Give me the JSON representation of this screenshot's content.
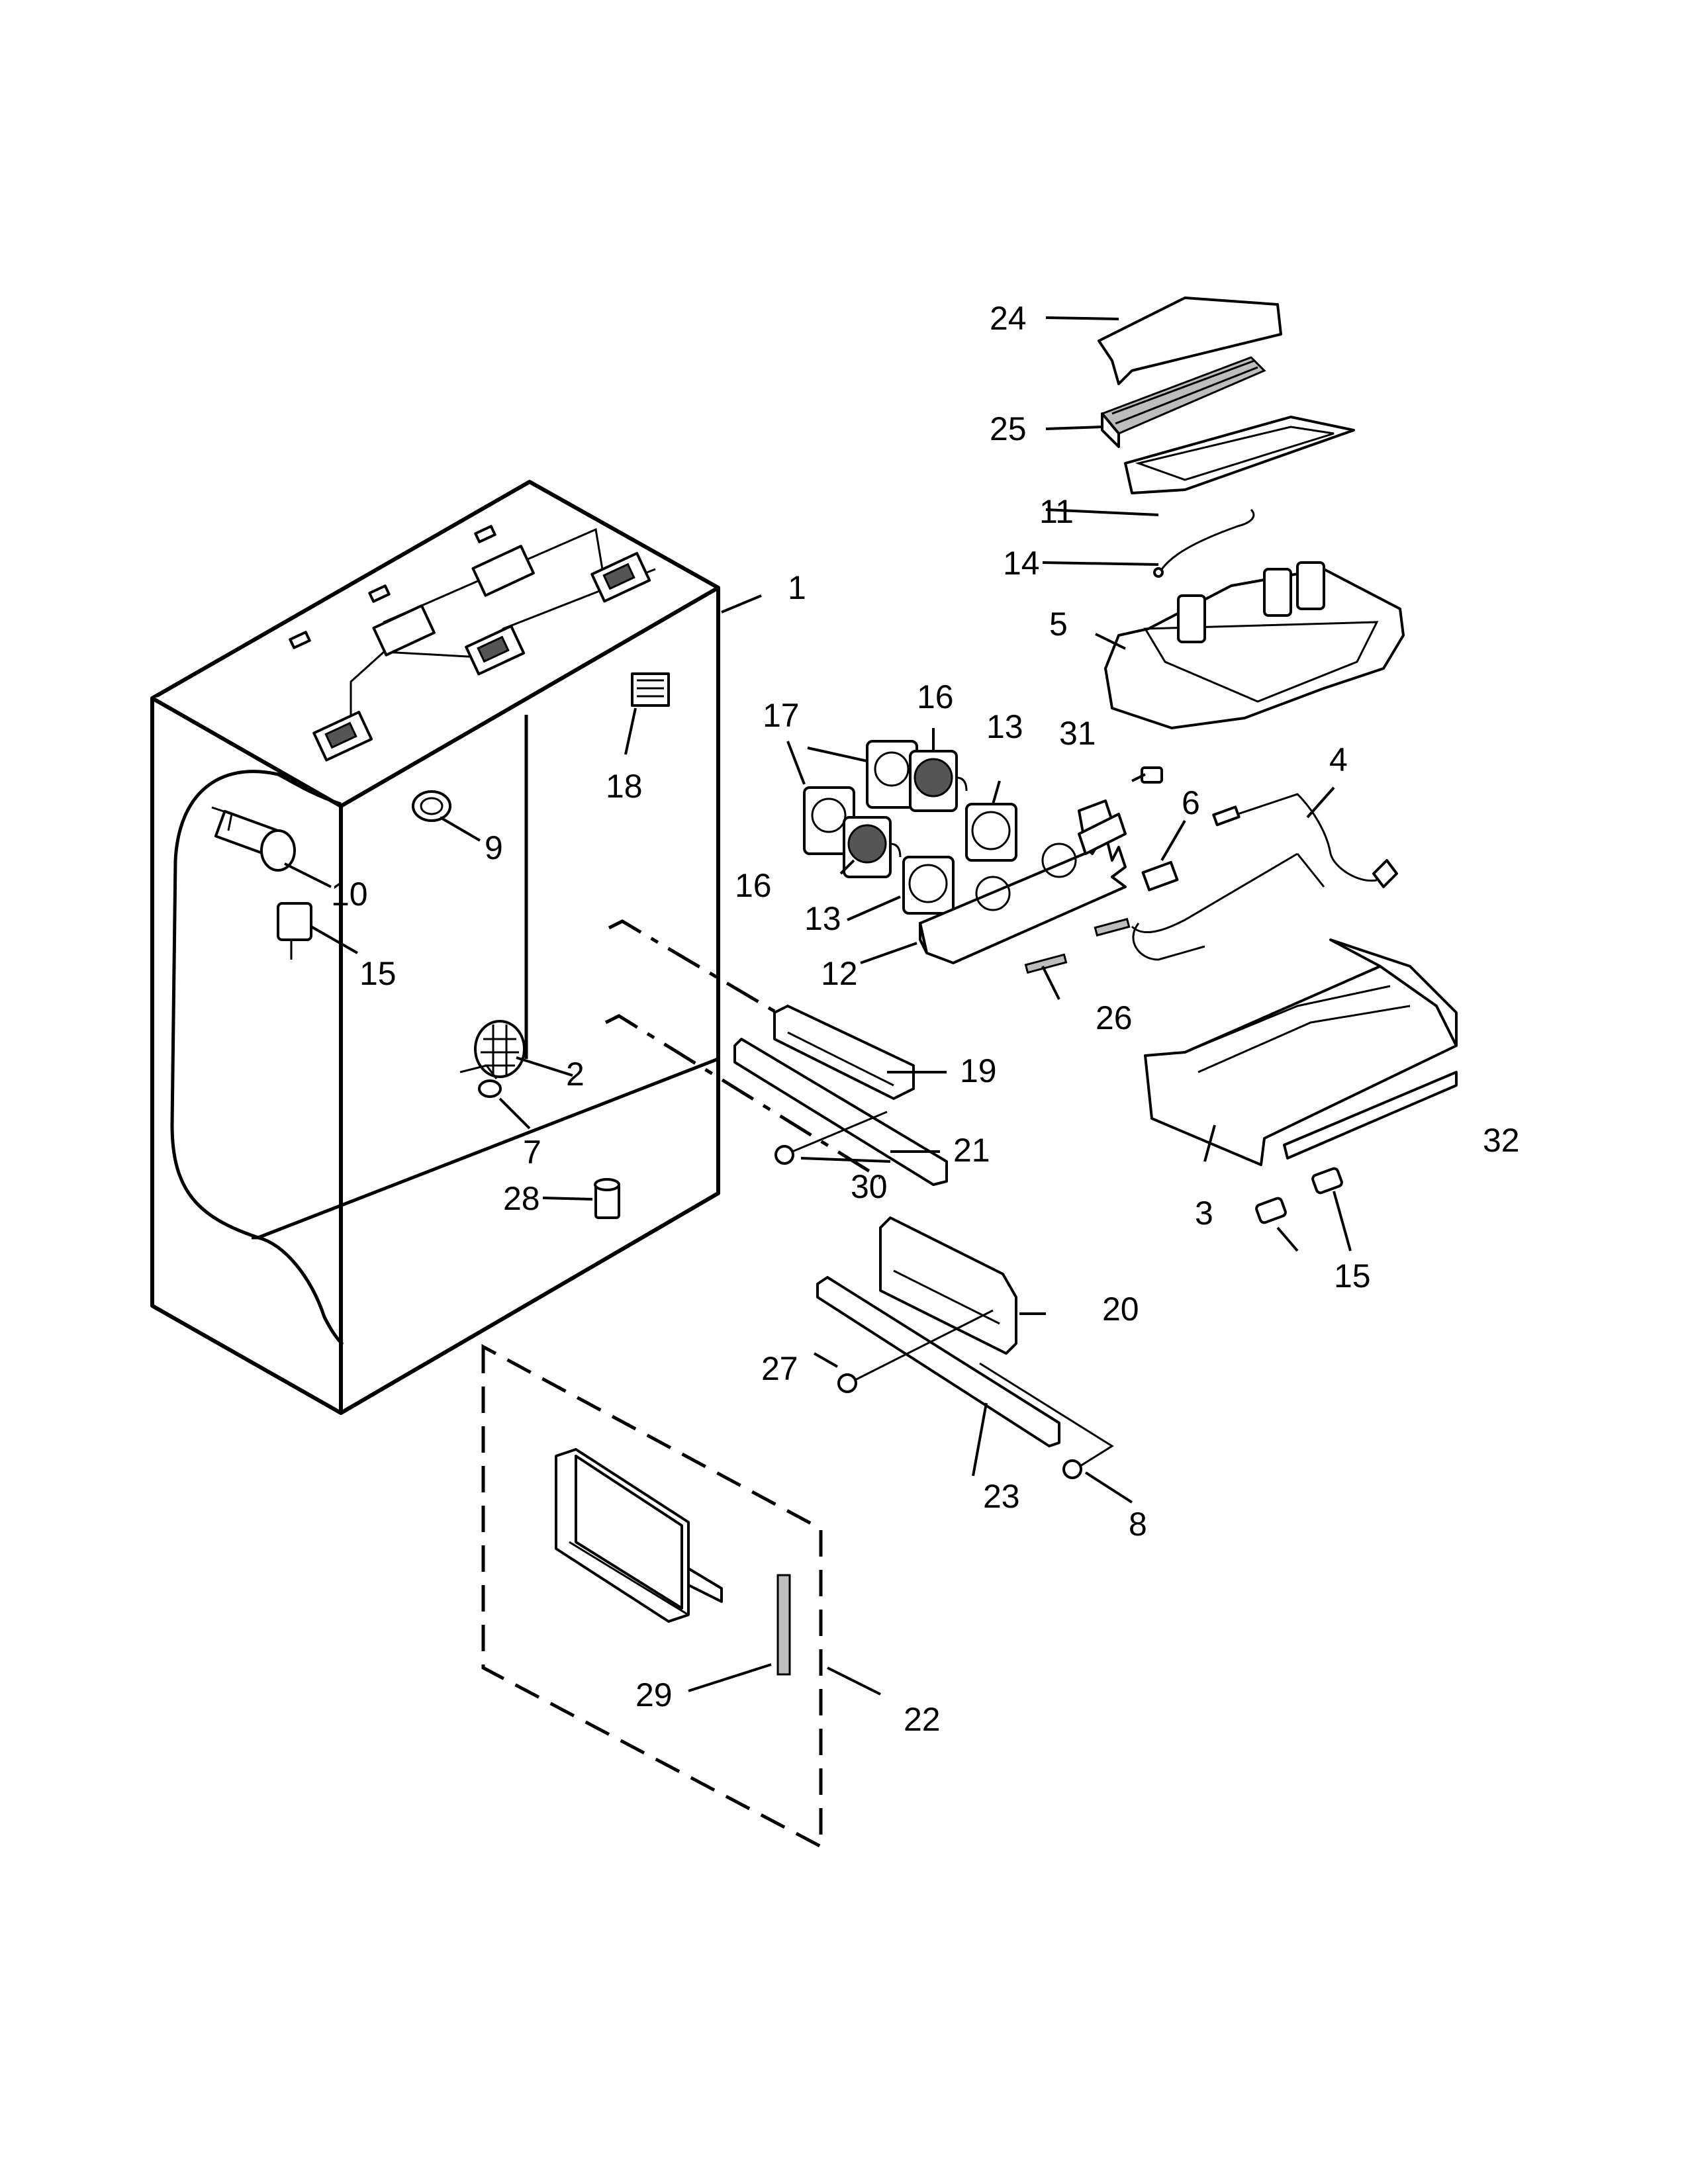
{
  "diagram": {
    "callouts": [
      {
        "id": "p1",
        "label": "1"
      },
      {
        "id": "p2",
        "label": "2"
      },
      {
        "id": "p3",
        "label": "3"
      },
      {
        "id": "p4",
        "label": "4"
      },
      {
        "id": "p5",
        "label": "5"
      },
      {
        "id": "p6",
        "label": "6"
      },
      {
        "id": "p7",
        "label": "7"
      },
      {
        "id": "p8",
        "label": "8"
      },
      {
        "id": "p9",
        "label": "9"
      },
      {
        "id": "p10",
        "label": "10"
      },
      {
        "id": "p11",
        "label": "11"
      },
      {
        "id": "p12",
        "label": "12"
      },
      {
        "id": "p13a",
        "label": "13"
      },
      {
        "id": "p13b",
        "label": "13"
      },
      {
        "id": "p14",
        "label": "14"
      },
      {
        "id": "p15a",
        "label": "15"
      },
      {
        "id": "p15b",
        "label": "15"
      },
      {
        "id": "p16a",
        "label": "16"
      },
      {
        "id": "p16b",
        "label": "16"
      },
      {
        "id": "p17",
        "label": "17"
      },
      {
        "id": "p18",
        "label": "18"
      },
      {
        "id": "p19",
        "label": "19"
      },
      {
        "id": "p20",
        "label": "20"
      },
      {
        "id": "p21",
        "label": "21"
      },
      {
        "id": "p22",
        "label": "22"
      },
      {
        "id": "p23",
        "label": "23"
      },
      {
        "id": "p24",
        "label": "24"
      },
      {
        "id": "p25",
        "label": "25"
      },
      {
        "id": "p26",
        "label": "26"
      },
      {
        "id": "p27",
        "label": "27"
      },
      {
        "id": "p28",
        "label": "28"
      },
      {
        "id": "p29",
        "label": "29"
      },
      {
        "id": "p30",
        "label": "30"
      },
      {
        "id": "p31",
        "label": "31"
      },
      {
        "id": "p32",
        "label": "32"
      }
    ]
  }
}
